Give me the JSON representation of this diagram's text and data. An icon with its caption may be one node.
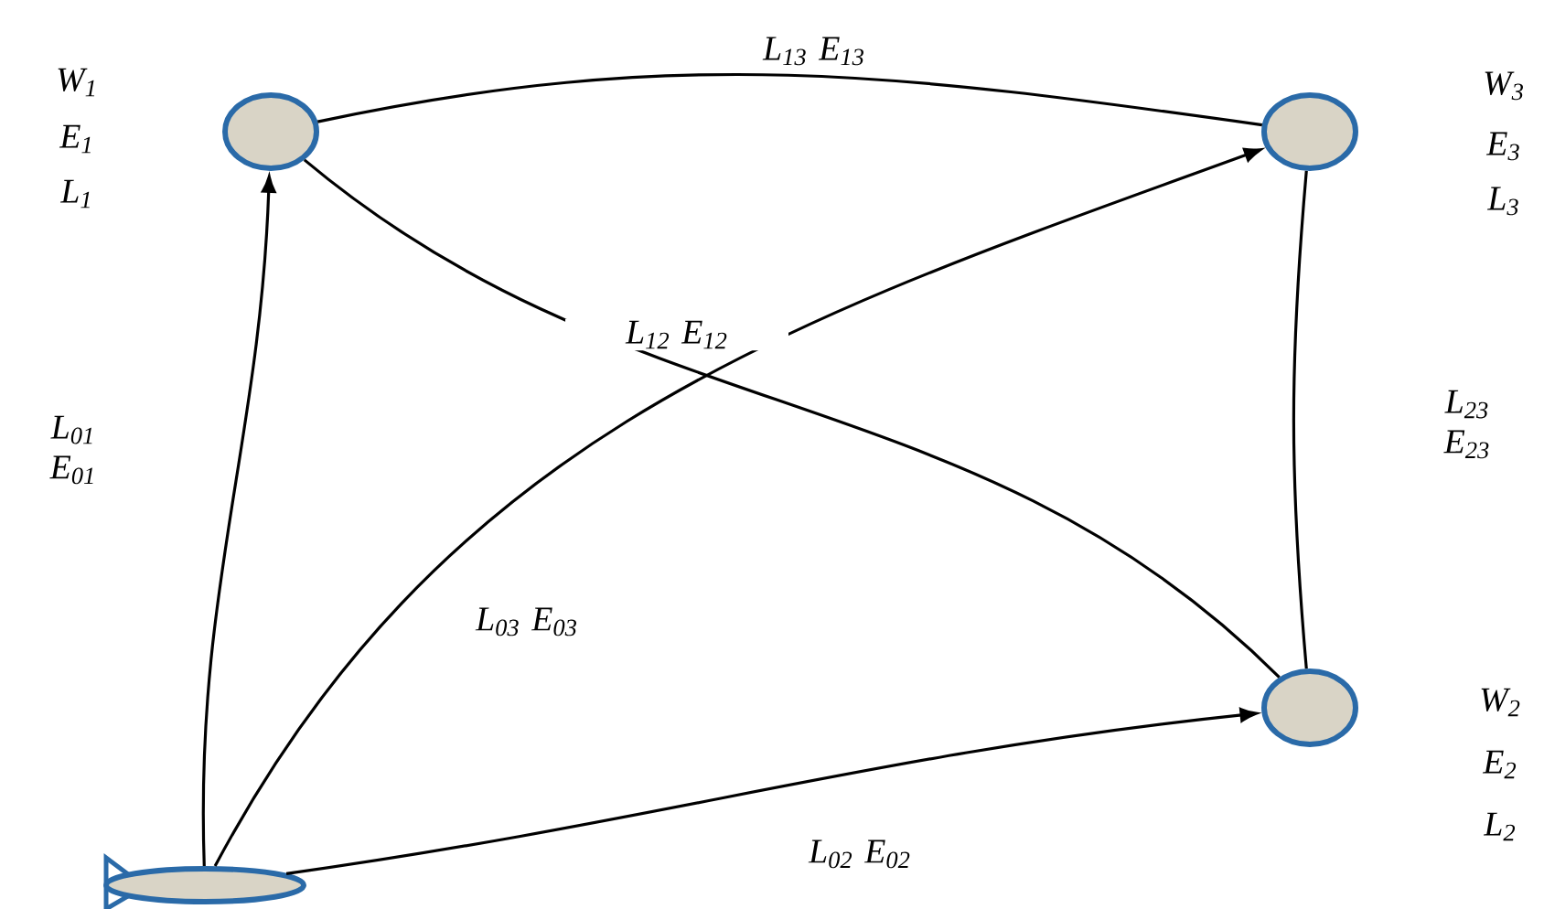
{
  "diagram": {
    "nodes": [
      {
        "text": [],
        "shape": "ellipse"
      },
      {
        "text": [],
        "shape": "circle",
        "beside": [
          "W$_{1}$",
          "E$_{1}$",
          "L$_{1}$"
        ]
      },
      {
        "text": [],
        "shape": "circle",
        "beside": [
          "W$_{2}$",
          "E$_{2}$",
          "L$_{2}$"
        ]
      },
      {
        "text": [],
        "shape": "circle",
        "beside": [
          "W$_{3}$",
          "E$_{3}$",
          "L$_{3}$"
        ]
      }
    ],
    "edges": [
      {
        "from": 0,
        "to": 1,
        "arrow": "to",
        "label": "L$_{01}$ E$_{01}$"
      },
      {
        "from": 0,
        "to": 3,
        "arrow": "to",
        "label": "L$_{03}$ E$_{03}$"
      },
      {
        "from": 0,
        "to": 2,
        "arrow": "to",
        "label": "L$_{02}$ E$_{02}$"
      },
      {
        "from": 1,
        "to": 3,
        "arrow": "none",
        "label": "L$_{13}$ E$_{13}$"
      },
      {
        "from": 1,
        "to": 2,
        "arrow": "none",
        "label": "L$_{12}$ E$_{12}$"
      },
      {
        "from": 3,
        "to": 2,
        "arrow": "none",
        "label": "L$_{23}$ E$_{23}$"
      }
    ]
  }
}
